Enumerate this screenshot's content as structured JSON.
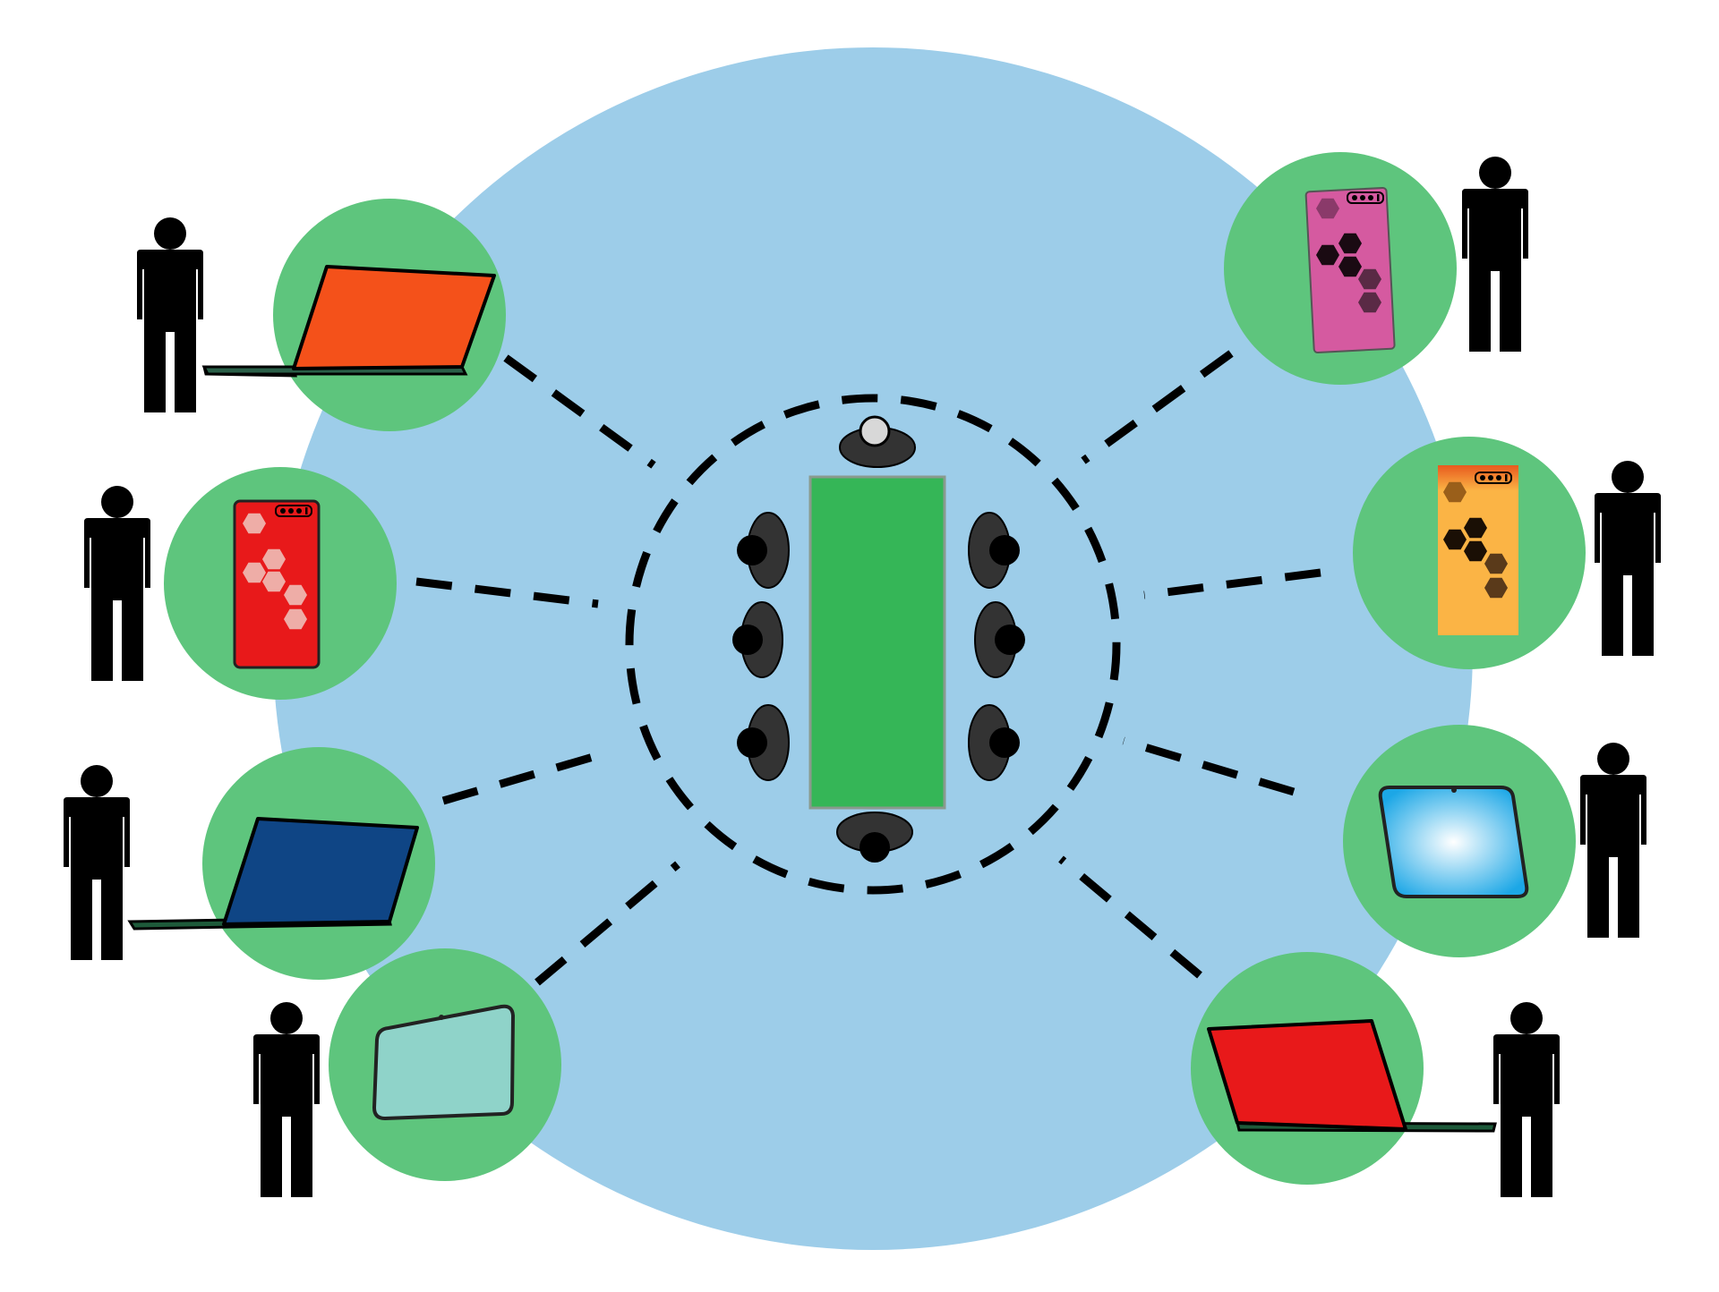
{
  "colors": {
    "background": "#ffffff",
    "meeting_area": "#9dcde9",
    "device_bubble": "#5ec57d",
    "table": "#35b657",
    "table_border": "#8a9a8e",
    "chair": "#333333",
    "attendee": "#000000",
    "chairperson_head": "#d8d8d8",
    "connection_line": "#000000",
    "person_silhouette": "#000000"
  },
  "meeting_table": {
    "icon": "conference-table-icon",
    "attendees_left_side": 3,
    "attendees_right_side": 3,
    "attendees_head_end": 1,
    "attendees_foot_end": 1
  },
  "remote_participants": [
    {
      "id": "remote-1",
      "device": "laptop",
      "screen_color": "#f4511a",
      "side": "left"
    },
    {
      "id": "remote-2",
      "device": "smartphone",
      "screen_color": "#e8191a",
      "side": "left"
    },
    {
      "id": "remote-3",
      "device": "laptop",
      "screen_color": "#0f4585",
      "side": "left"
    },
    {
      "id": "remote-4",
      "device": "tablet",
      "screen_color": "#8fd3c9",
      "side": "left"
    },
    {
      "id": "remote-5",
      "device": "smartphone",
      "screen_color": "#d55aa0",
      "side": "right"
    },
    {
      "id": "remote-6",
      "device": "smartphone",
      "screen_color": "#fbb445",
      "side": "right"
    },
    {
      "id": "remote-7",
      "device": "tablet",
      "screen_color": "#1ca7e6",
      "side": "right"
    },
    {
      "id": "remote-8",
      "device": "laptop",
      "screen_color": "#e8191a",
      "side": "right"
    }
  ],
  "connection_style": "dashed"
}
